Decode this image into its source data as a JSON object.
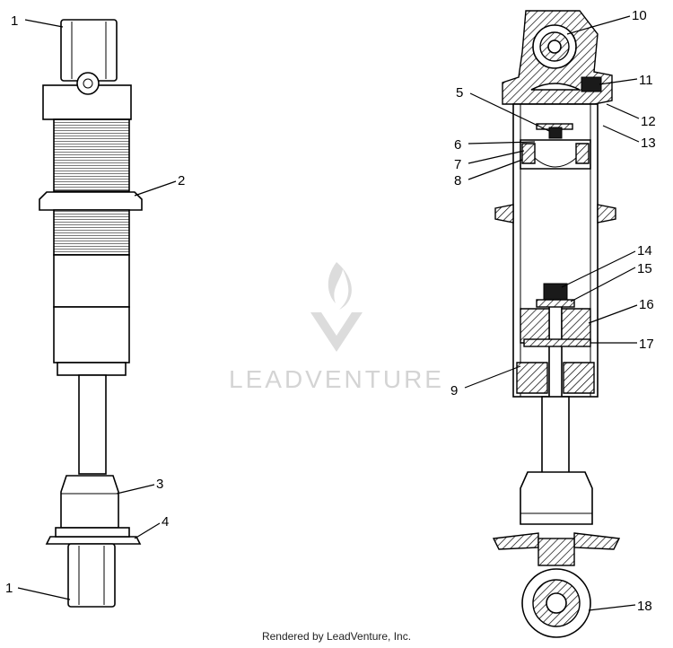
{
  "watermark": {
    "text": "LEADVENTURE"
  },
  "footer": {
    "text": "Rendered by LeadVenture, Inc."
  },
  "callouts": {
    "c1_top": "1",
    "c2": "2",
    "c3": "3",
    "c4": "4",
    "c1_bottom": "1",
    "c5": "5",
    "c6": "6",
    "c7": "7",
    "c8": "8",
    "c9": "9",
    "c10": "10",
    "c11": "11",
    "c12": "12",
    "c13": "13",
    "c14": "14",
    "c15": "15",
    "c16": "16",
    "c17": "17",
    "c18": "18"
  }
}
